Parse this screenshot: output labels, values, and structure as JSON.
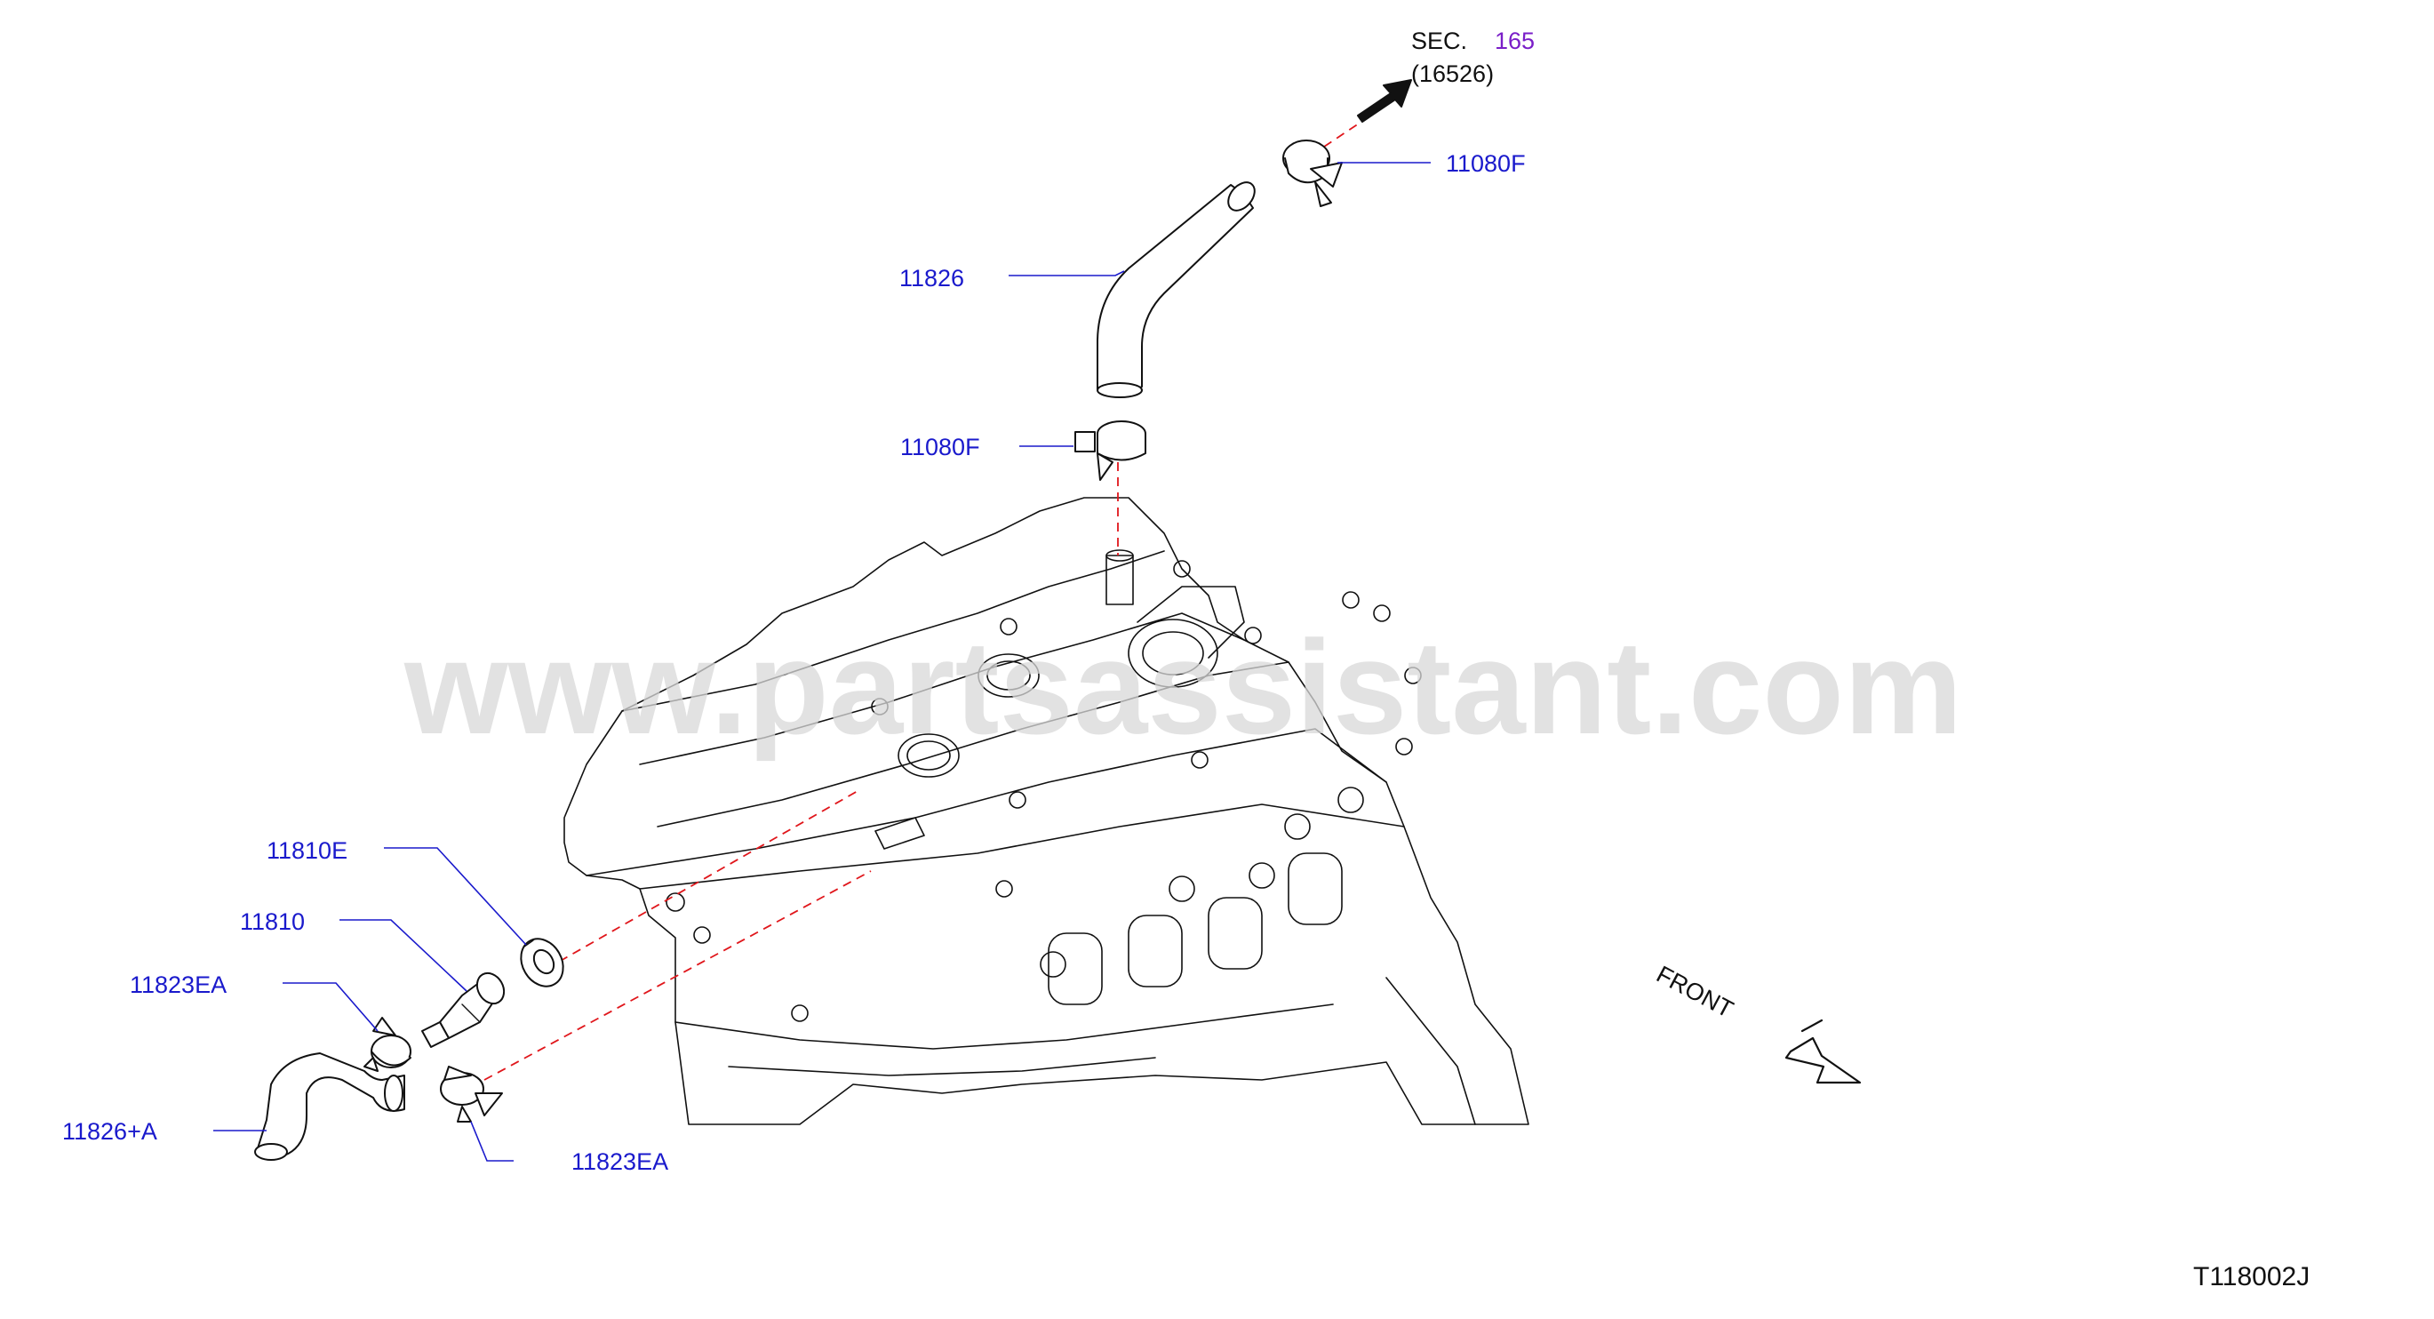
{
  "section": {
    "prefix": "SEC.",
    "number": "165",
    "sub_number": "(16526)"
  },
  "callouts": {
    "clamp_top": "11080F",
    "hose_upper": "11826",
    "clamp_mid": "11080F",
    "grommet": "11810E",
    "pcv_valve": "11810",
    "clamp_left": "11823EA",
    "hose_lower": "11826+A",
    "clamp_bottom": "11823EA"
  },
  "front_label": "FRONT",
  "diagram_code": "T118002J",
  "watermark": "www.partsassistant.com",
  "colors": {
    "callout_text": "#1a1acc",
    "section_number": "#7a1ec8",
    "centerline": "#e0161b",
    "linework": "#111111"
  }
}
